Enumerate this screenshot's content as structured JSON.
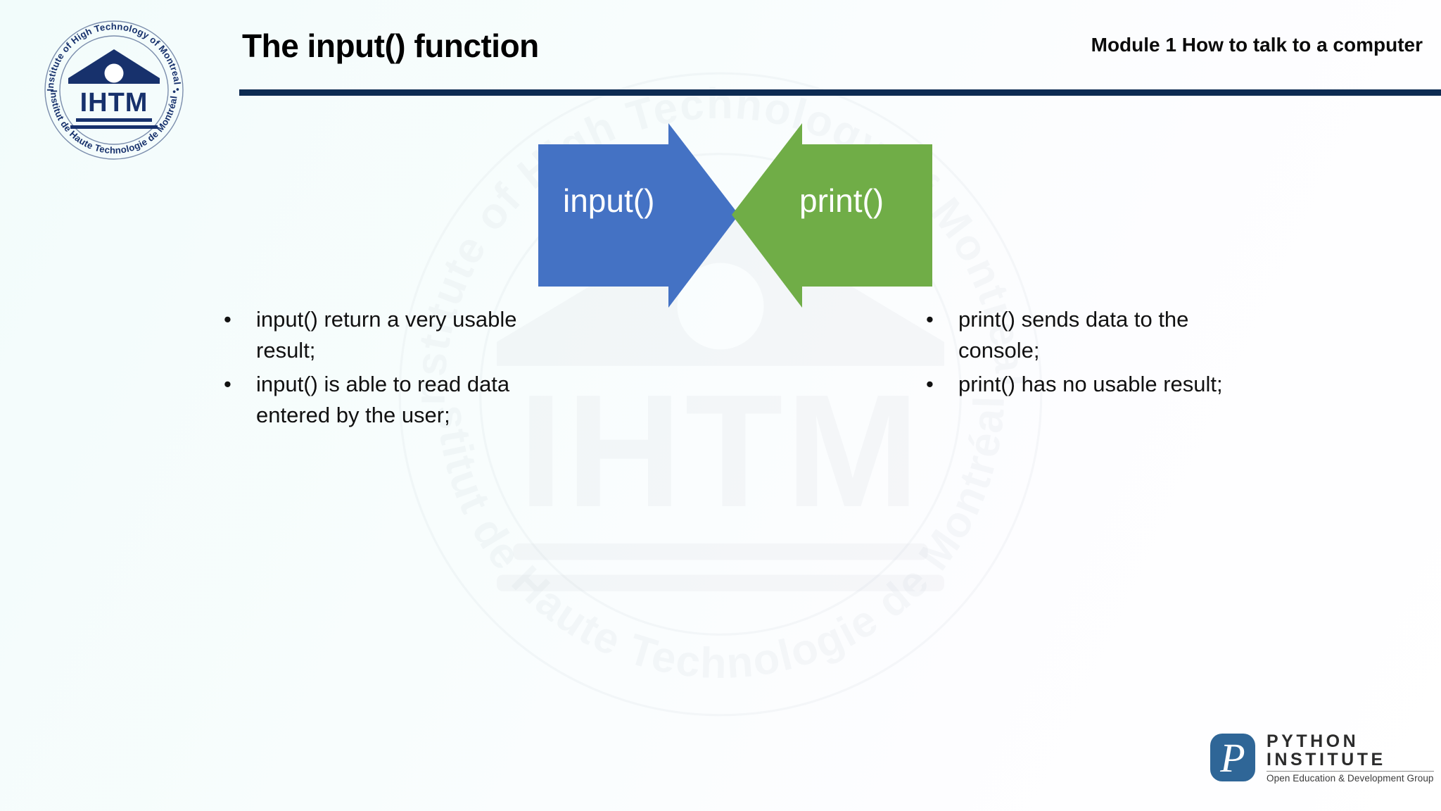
{
  "slide": {
    "title": "The input() function",
    "module_label": "Module 1 How to talk to a computer",
    "background_colors": {
      "page_tint": "#f4fcfb",
      "header_rule": "#0d2b52",
      "brand_navy": "#15306b",
      "arrow_blue": "#4472c4",
      "arrow_green": "#70ad47",
      "python_blue": "#2f6697"
    }
  },
  "logo": {
    "acronym": "IHTM",
    "ring_text_top": "Institute of High Technology of Montreal",
    "ring_text_bottom": "Institut de Haute Technologie de Montréal",
    "ring_separator": "•"
  },
  "diagram": {
    "type": "two-opposing-arrows",
    "arrows": [
      {
        "id": "input-arrow",
        "label": "input()",
        "color": "#4472c4",
        "direction": "right"
      },
      {
        "id": "print-arrow",
        "label": "print()",
        "color": "#70ad47",
        "direction": "left"
      }
    ]
  },
  "bullets": {
    "bullet_char": "•",
    "left": [
      "input() return a very usable result;",
      "input() is able to read data entered by the user;"
    ],
    "right": [
      "print() sends data to the console;",
      "print() has no usable result;"
    ]
  },
  "python_institute": {
    "line1": "PYTHON",
    "line2": "INSTITUTE",
    "tagline": "Open Education & Development Group",
    "mark_letter": "P"
  }
}
